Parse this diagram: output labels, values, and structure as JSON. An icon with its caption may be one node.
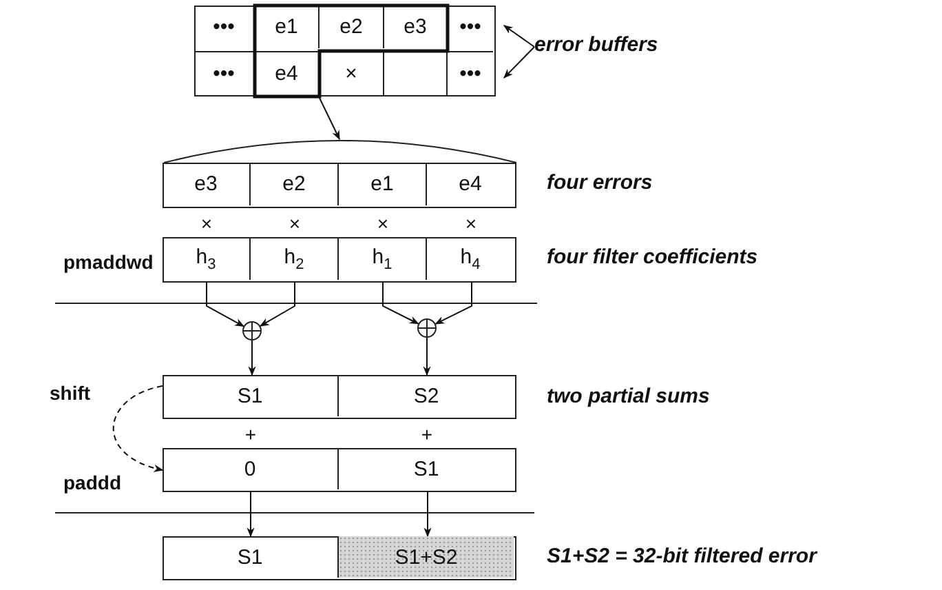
{
  "diagram": {
    "nodes": [
      {
        "text": [],
        "shape": "box"
      },
      {
        "text": [
          "•••"
        ],
        "in": 0
      },
      {
        "text": [
          "e1"
        ],
        "in": 0
      },
      {
        "text": [
          "e2"
        ],
        "in": 0
      },
      {
        "text": [
          "e3"
        ],
        "in": 0
      },
      {
        "text": [
          "•••"
        ],
        "in": 0
      },
      {
        "text": [
          "•••"
        ],
        "in": 0
      },
      {
        "text": [
          "e4"
        ],
        "in": 0
      },
      {
        "text": [
          "×"
        ],
        "in": 0
      },
      {
        "text": [],
        "shape": "box",
        "in": 0
      },
      {
        "text": [
          "•••"
        ],
        "in": 0
      },
      {
        "text": [
          "error buffers"
        ]
      },
      {
        "text": [],
        "shape": "box"
      },
      {
        "text": [
          "e3"
        ],
        "in": 12
      },
      {
        "text": [
          "e2"
        ],
        "in": 12
      },
      {
        "text": [
          "e1"
        ],
        "in": 12
      },
      {
        "text": [
          "e4"
        ],
        "in": 12
      },
      {
        "text": [],
        "shape": "box"
      },
      {
        "text": [
          "h$_{3}$"
        ],
        "in": 17
      },
      {
        "text": [
          "h$_{2}$"
        ],
        "in": 17
      },
      {
        "text": [
          "h$_{1}$"
        ],
        "in": 17
      },
      {
        "text": [
          "h$_{4}$"
        ],
        "in": 17
      },
      {
        "text": [],
        "shape": "circle"
      },
      {
        "text": [],
        "shape": "circle"
      },
      {
        "text": [],
        "shape": "box"
      },
      {
        "text": [
          "S1"
        ],
        "in": 24
      },
      {
        "text": [
          "S2"
        ],
        "in": 24
      },
      {
        "text": [],
        "shape": "box"
      },
      {
        "text": [
          "0"
        ],
        "in": 27
      },
      {
        "text": [
          "S1"
        ],
        "in": 27
      },
      {
        "text": [],
        "shape": "box"
      },
      {
        "text": [
          "S1"
        ],
        "in": 30
      },
      {
        "text": [
          "S1+S2"
        ],
        "in": 30
      }
    ],
    "edges": [
      {
        "from": 11,
        "to": 5,
        "arrow": "to"
      },
      {
        "from": 11,
        "to": 10,
        "arrow": "to"
      },
      {
        "from": 7,
        "to": 12,
        "arrow": "to"
      },
      {
        "from": 18,
        "to": 22,
        "arrow": "to"
      },
      {
        "from": 19,
        "to": 22,
        "arrow": "to"
      },
      {
        "from": 20,
        "to": 23,
        "arrow": "to"
      },
      {
        "from": 21,
        "to": 23,
        "arrow": "to"
      },
      {
        "from": 22,
        "to": 25,
        "arrow": "to"
      },
      {
        "from": 23,
        "to": 26,
        "arrow": "to"
      },
      {
        "from": 25,
        "to": 28,
        "arrow": "to",
        "label": "shift",
        "style": "dashed"
      },
      {
        "from": 28,
        "to": 31,
        "arrow": "to"
      },
      {
        "from": 29,
        "to": 32,
        "arrow": "to"
      }
    ],
    "labels": [
      "four errors",
      "×",
      "×",
      "×",
      "×",
      "pmaddwd",
      "four filter coefficients",
      "two partial sums",
      "+",
      "+",
      "paddd",
      "S1+S2 = 32-bit filtered error"
    ]
  }
}
